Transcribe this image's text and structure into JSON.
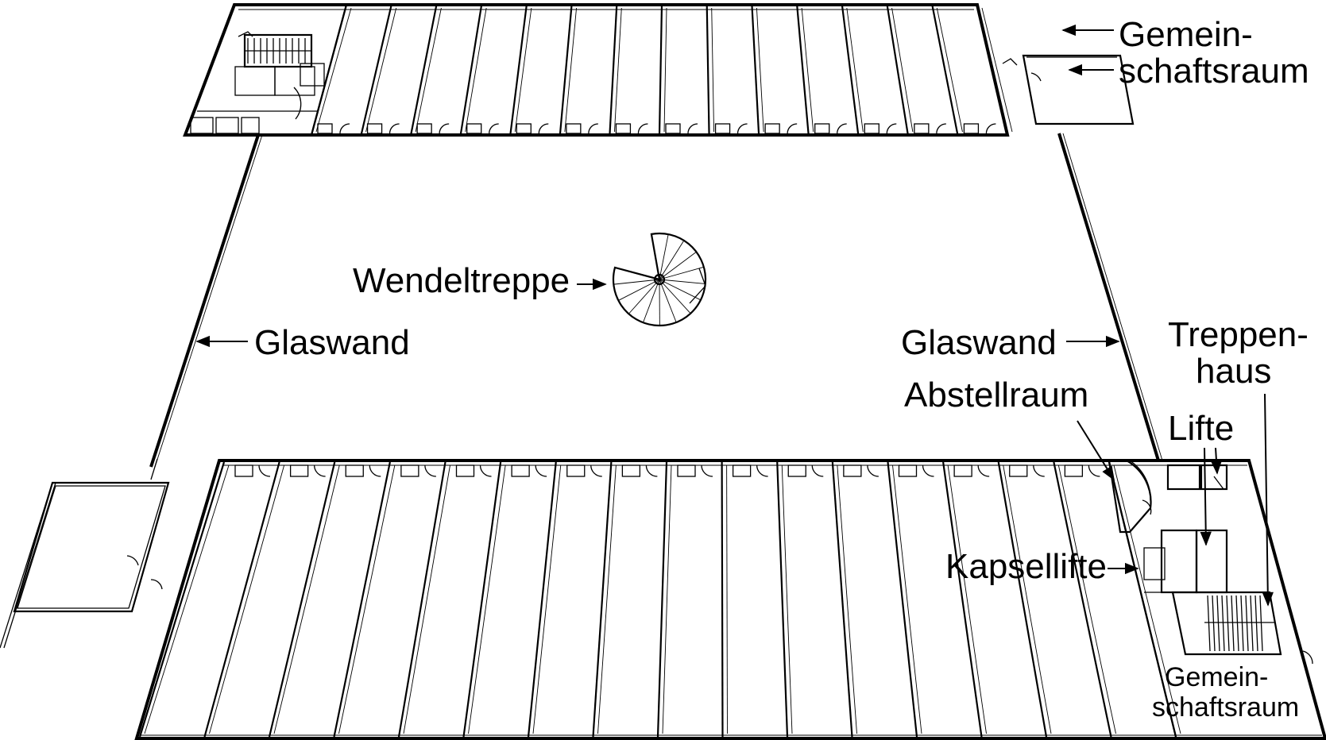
{
  "labels": {
    "gemeinschaftsraum_top_line1": "Gemein-",
    "gemeinschaftsraum_top_line2": "schaftsraum",
    "wendeltreppe": "Wendeltreppe",
    "glaswand_left": "Glaswand",
    "glaswand_right": "Glaswand",
    "treppenhaus_line1": "Treppen-",
    "treppenhaus_line2": "haus",
    "abstellraum": "Abstellraum",
    "lifte": "Lifte",
    "kapsellifte": "Kapsellifte",
    "gemeinschaftsraum_bottom_line1": "Gemein-",
    "gemeinschaftsraum_bottom_line2": "schaftsraum"
  },
  "layout": {
    "top_wing_units": 14,
    "bottom_wing_units": 16,
    "spiral_steps": 14
  }
}
